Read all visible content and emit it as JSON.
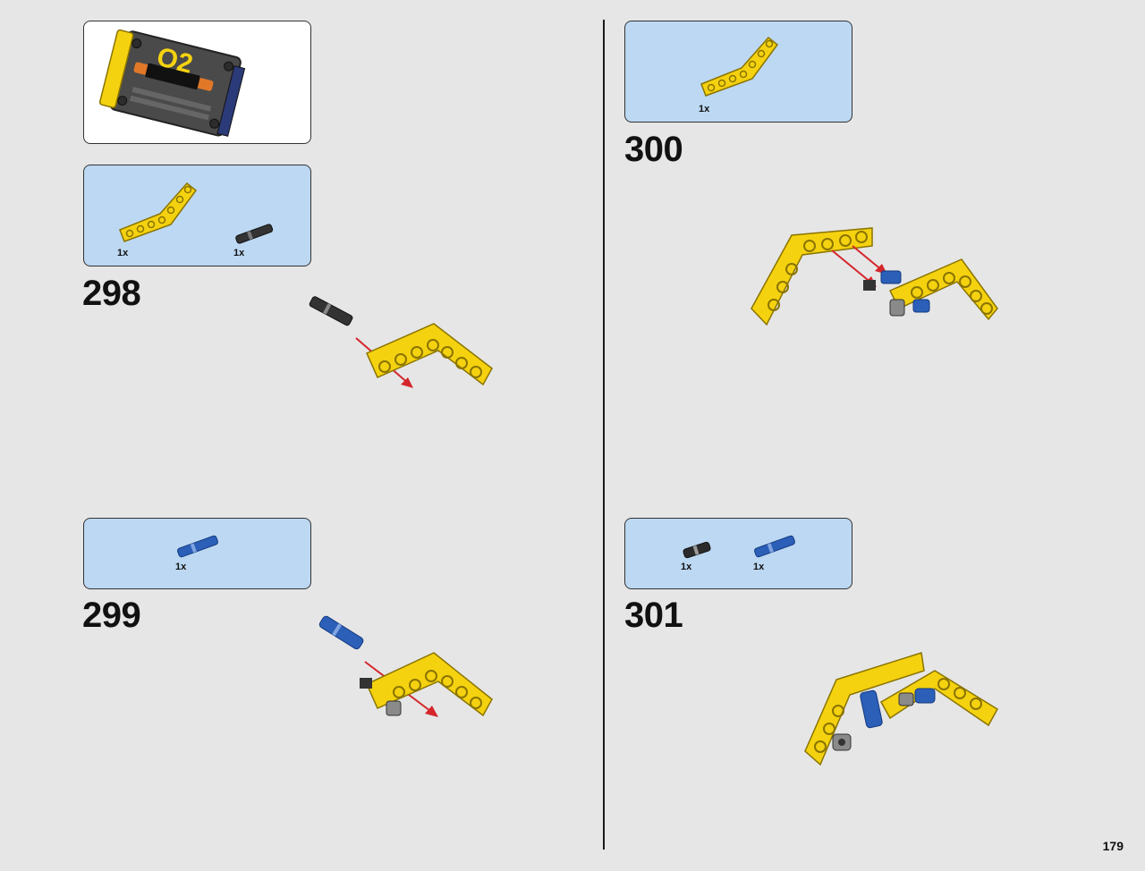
{
  "page": {
    "number": "179"
  },
  "steps": [
    {
      "number": "298",
      "parts": [
        {
          "qty": "1x",
          "icon": "yellow-bent-beam-icon"
        },
        {
          "qty": "1x",
          "icon": "black-axle-pin-icon"
        }
      ]
    },
    {
      "number": "299",
      "parts": [
        {
          "qty": "1x",
          "icon": "blue-axle-pin-icon"
        }
      ]
    },
    {
      "number": "300",
      "parts": [
        {
          "qty": "1x",
          "icon": "yellow-bent-beam-icon"
        }
      ]
    },
    {
      "number": "301",
      "parts": [
        {
          "qty": "1x",
          "icon": "black-short-pin-icon"
        },
        {
          "qty": "1x",
          "icon": "blue-axle-pin-icon"
        }
      ]
    }
  ],
  "colors": {
    "yellow": "#f5d20f",
    "blue": "#2b5fb8",
    "black": "#2b2b2b",
    "arrow": "#d4262b",
    "callout": "#bcd8f2"
  }
}
